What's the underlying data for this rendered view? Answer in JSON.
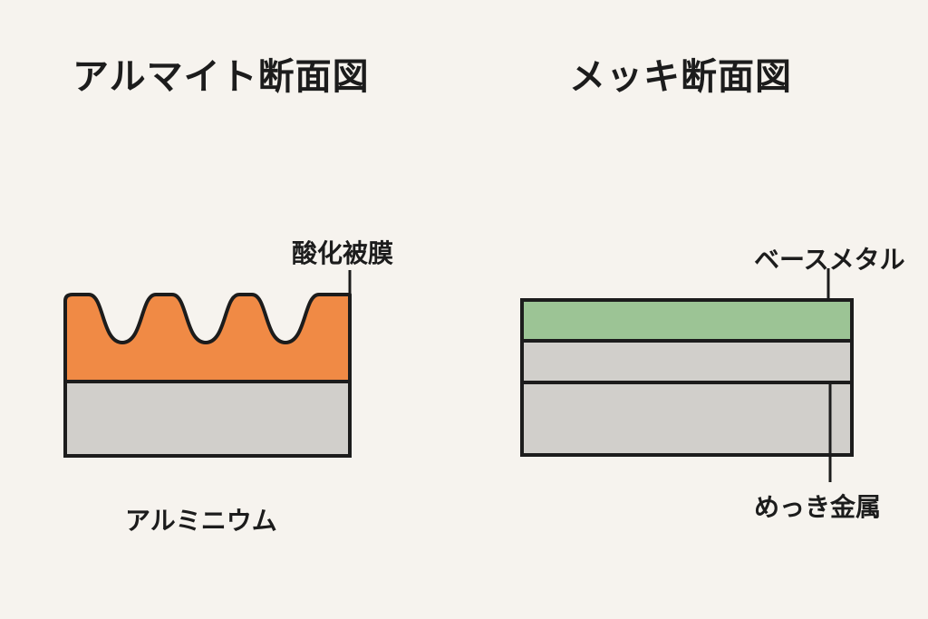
{
  "left": {
    "title": "アルマイト断面図",
    "oxide_label": "酸化被膜",
    "substrate_label": "アルミニウム"
  },
  "right": {
    "title": "メッキ断面図",
    "top_label": "ベースメタル",
    "bottom_label": "めっき金属"
  },
  "colors": {
    "background": "#f6f3ee",
    "oxide": "#f08a45",
    "metal": "#d1cfcb",
    "green_layer": "#9cc495",
    "stroke": "#1c1c1c"
  }
}
